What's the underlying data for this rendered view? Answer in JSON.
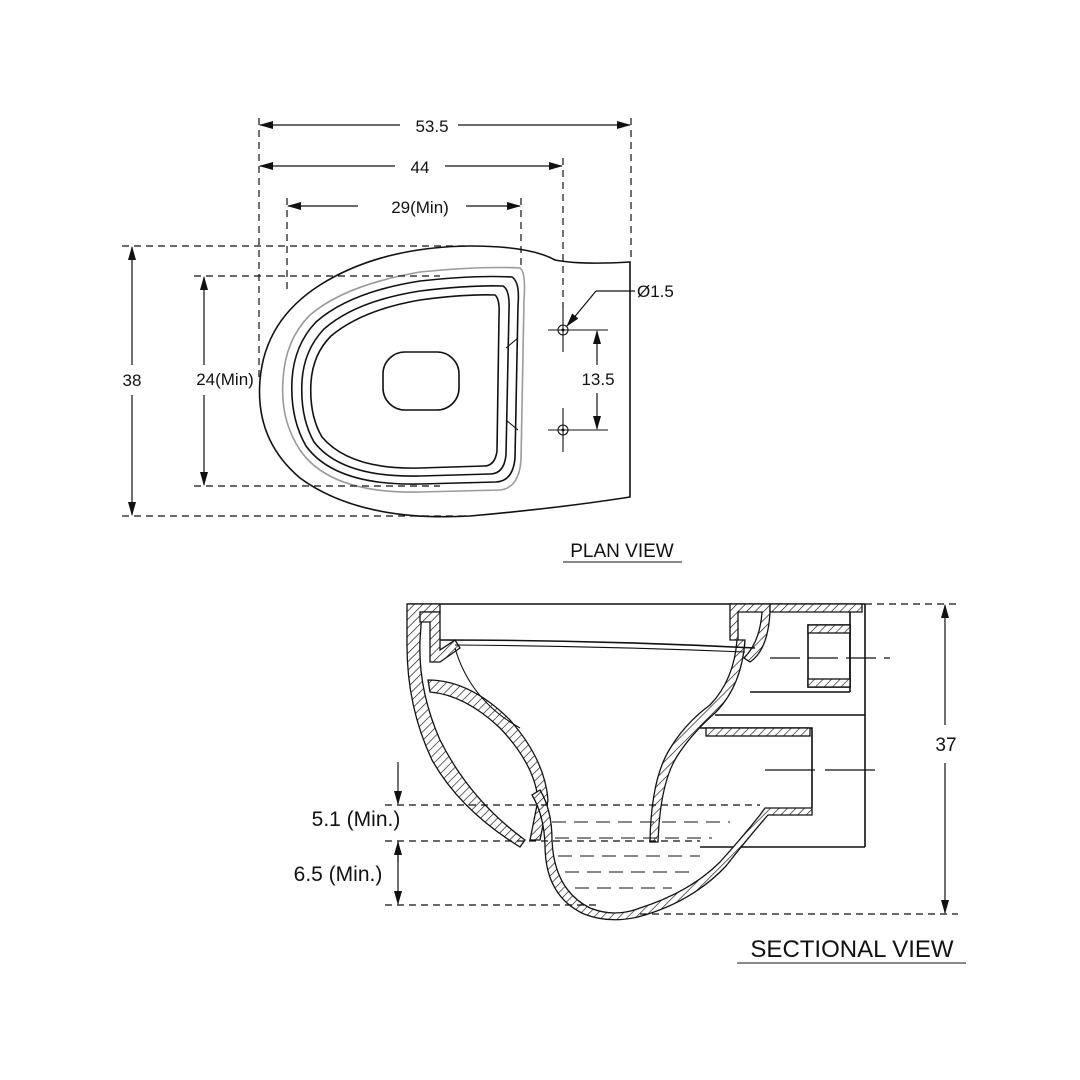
{
  "plan_view": {
    "title": "PLAN VIEW",
    "dim_overall_length": "53.5",
    "dim_length": "44",
    "dim_opening_length": "29(Min)",
    "dim_overall_width": "38",
    "dim_opening_width": "24(Min)",
    "dim_hole_diameter": "Ø1.5",
    "dim_hole_spacing": "13.5"
  },
  "sectional_view": {
    "title": "SECTIONAL VIEW",
    "dim_height": "37",
    "dim_trap_seal": "5.1 (Min.)",
    "dim_water_depth": "6.5 (Min.)"
  }
}
